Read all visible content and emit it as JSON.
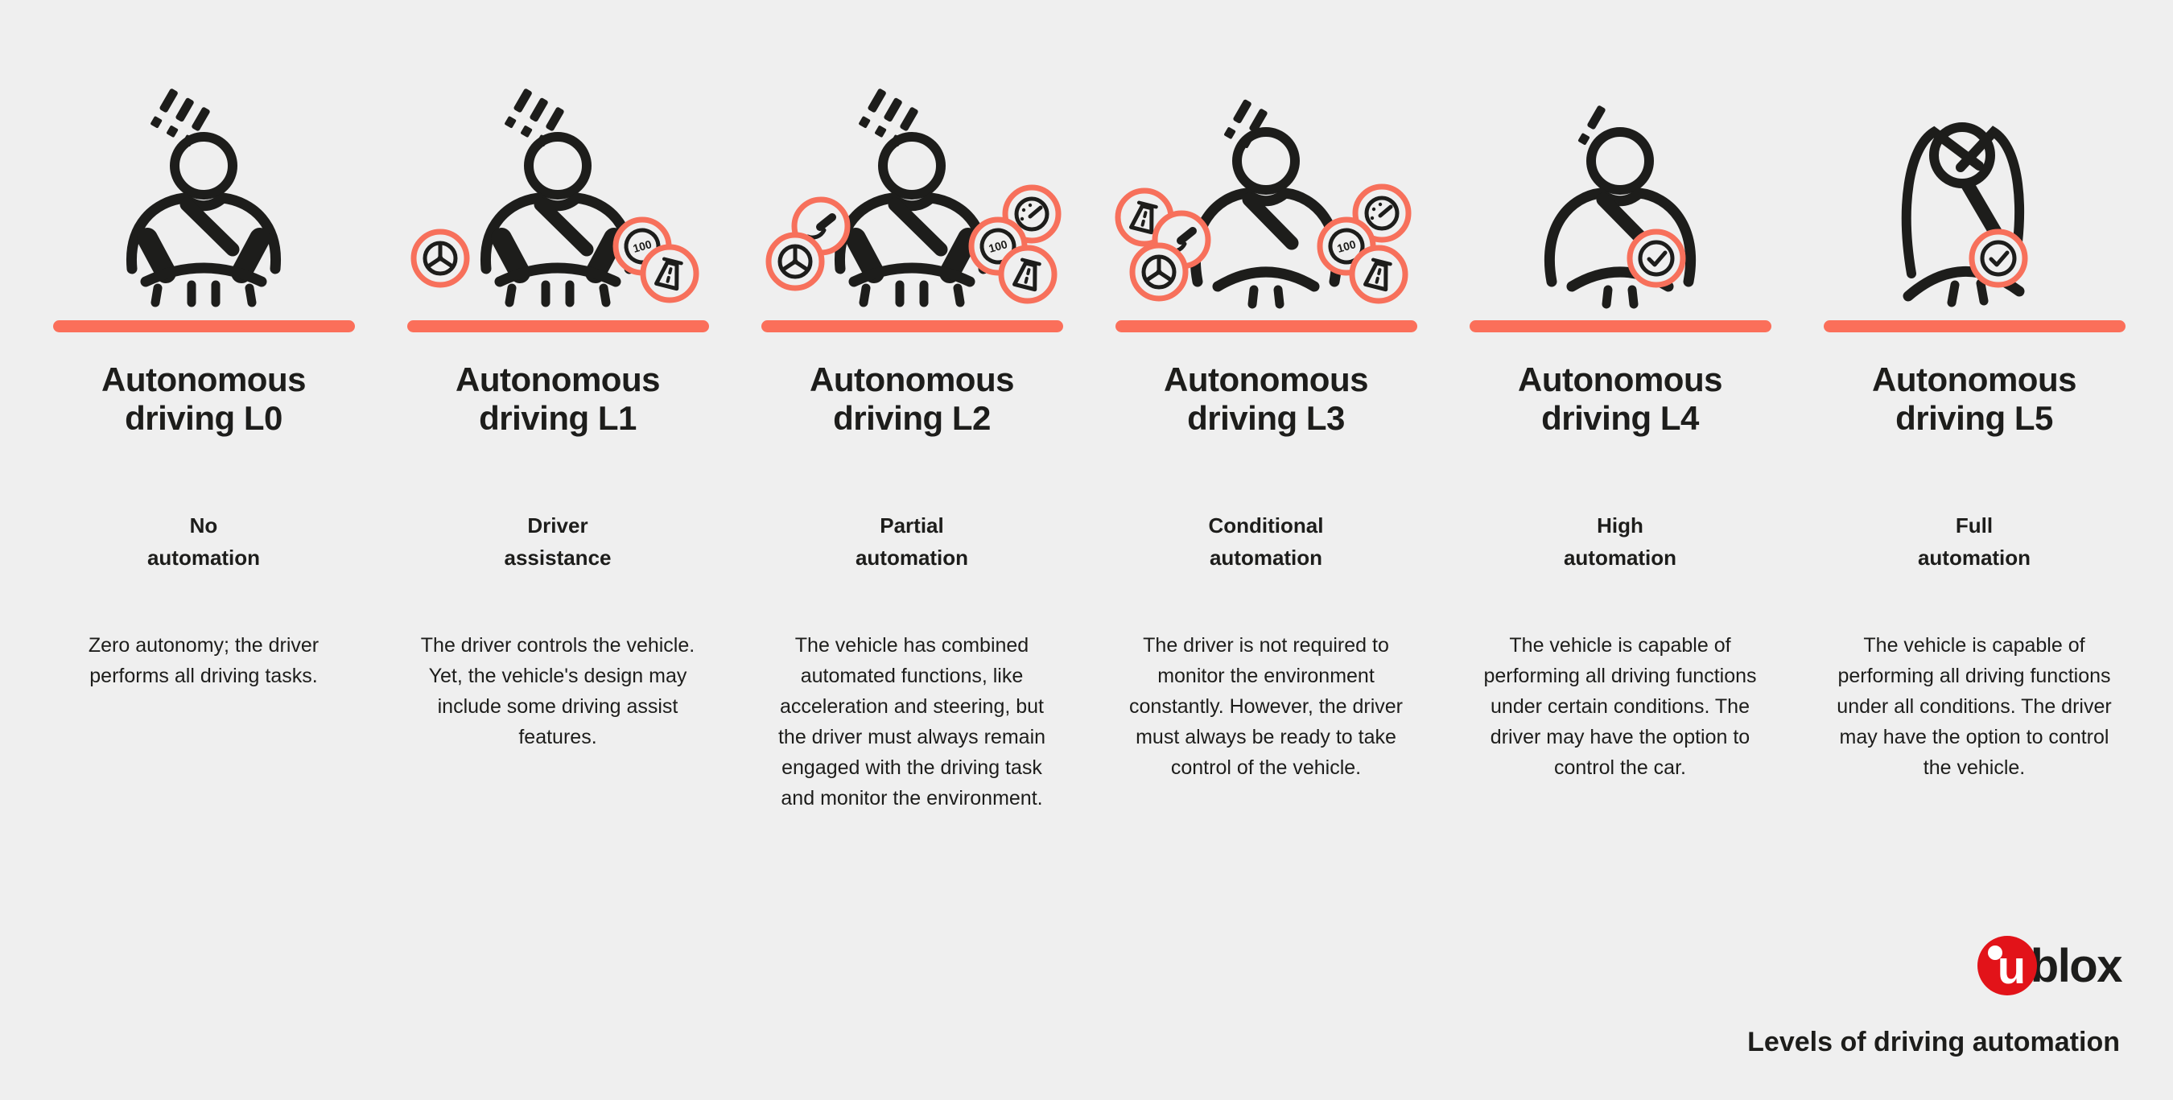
{
  "page": {
    "background": "#efefef",
    "caption": "Levels of driving automation"
  },
  "palette": {
    "accent_coral": "#fb6f5a",
    "ink": "#1d1d1b",
    "brand_red": "#e21319",
    "badge_ring": "#f7705b",
    "white": "#ffffff"
  },
  "brand": {
    "logo_u": "u",
    "logo_blox": "blox"
  },
  "icons": {
    "speed_limit_label": "100",
    "badge_kinds": [
      "steering-wheel",
      "speed-limit-100",
      "road",
      "pedal",
      "speedometer",
      "check"
    ]
  },
  "columns": [
    {
      "title_line1": "Autonomous",
      "title_line2": "driving L0",
      "subtitle_line1": "No",
      "subtitle_line2": "automation",
      "body": "Zero autonomy; the driver performs all driving tasks.",
      "exclamations": 3,
      "pose": "hands-on-wheel",
      "badges_left": [],
      "badges_right": []
    },
    {
      "title_line1": "Autonomous",
      "title_line2": "driving L1",
      "subtitle_line1": "Driver",
      "subtitle_line2": "assistance",
      "body": "The driver controls the vehicle. Yet, the vehicle's design may include some driving assist features.",
      "exclamations": 3,
      "pose": "hands-on-wheel",
      "badges_left": [
        "steering-wheel"
      ],
      "badges_right": [
        "speed-limit-100",
        "road"
      ]
    },
    {
      "title_line1": "Autonomous",
      "title_line2": "driving L2",
      "subtitle_line1": "Partial",
      "subtitle_line2": "automation",
      "body": "The vehicle has combined automated functions, like acceleration and steering, but the driver must always remain engaged with the driving task and monitor the environment.",
      "exclamations": 3,
      "pose": "hands-on-wheel",
      "badges_left": [
        "pedal",
        "steering-wheel"
      ],
      "badges_right": [
        "speedometer",
        "speed-limit-100",
        "road"
      ]
    },
    {
      "title_line1": "Autonomous",
      "title_line2": "driving L3",
      "subtitle_line1": "Conditional",
      "subtitle_line2": "automation",
      "body": "The driver is not required to monitor the environment constantly. However, the driver must always be ready to take control of the vehicle.",
      "exclamations": 2,
      "pose": "hands-off-wheel",
      "badges_left": [
        "road",
        "pedal",
        "steering-wheel"
      ],
      "badges_right": [
        "speedometer",
        "speed-limit-100",
        "road"
      ]
    },
    {
      "title_line1": "Autonomous",
      "title_line2": "driving L4",
      "subtitle_line1": "High",
      "subtitle_line2": "automation",
      "body": "The vehicle is capable of performing all driving functions under certain conditions. The driver may have the option to control the car.",
      "exclamations": 1,
      "pose": "hands-off-wheel",
      "badges_left": [],
      "badges_right": [
        "check"
      ]
    },
    {
      "title_line1": "Autonomous",
      "title_line2": "driving L5",
      "subtitle_line1": "Full",
      "subtitle_line2": "automation",
      "body": "The vehicle is capable of performing all driving functions under all conditions. The driver may have the option to control the vehicle.",
      "exclamations": 0,
      "pose": "relaxed-hands-behind-head",
      "badges_left": [],
      "badges_right": [
        "check"
      ]
    }
  ]
}
